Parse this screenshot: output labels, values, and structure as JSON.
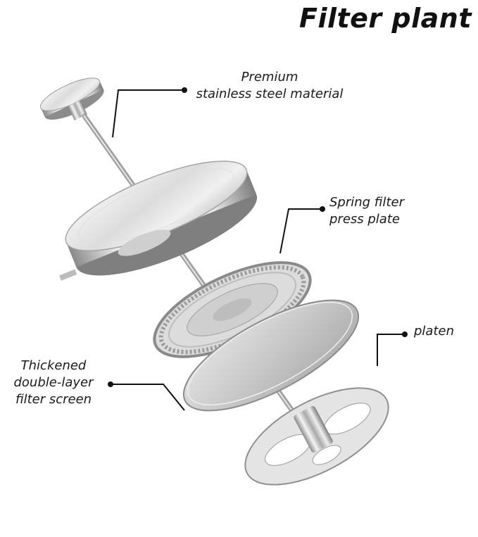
{
  "title": "Filter plant",
  "labels": {
    "premium": [
      "Premium",
      "stainless steel material"
    ],
    "spring": [
      "Spring filter",
      "press plate"
    ],
    "platen": [
      "platen"
    ],
    "thickened": [
      "Thickened",
      "double-layer",
      "filter screen"
    ]
  },
  "colors": {
    "text": "#1a1a1a",
    "steel_light": "#f2f2f2",
    "steel_mid": "#b9b9b9",
    "steel_dark": "#6e6e6e",
    "leader": "#111111"
  }
}
